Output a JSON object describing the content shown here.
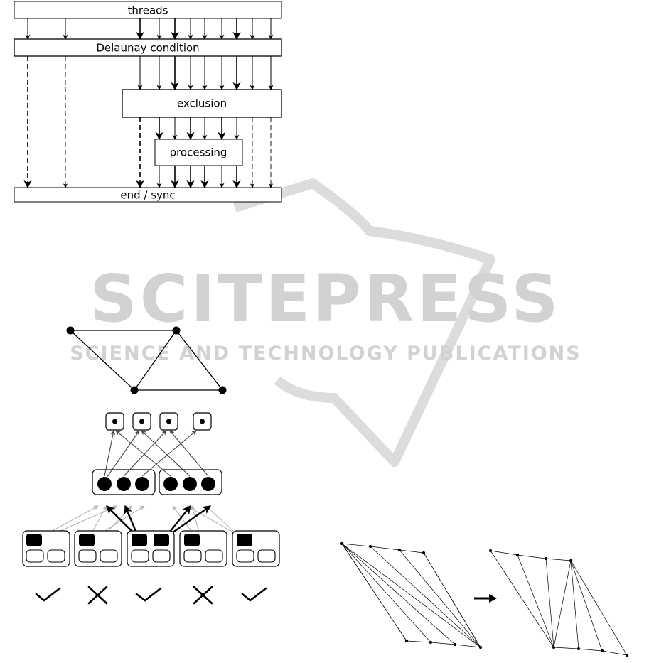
{
  "flow": {
    "threads": "threads",
    "delaunay": "Delaunay condition",
    "exclusion": "exclusion",
    "processing": "processing",
    "end": "end / sync"
  },
  "watermark": {
    "title": "SCITEPRESS",
    "subtitle": "SCIENCE AND TECHNOLOGY PUBLICATIONS"
  },
  "checks": [
    "check",
    "cross",
    "check",
    "cross",
    "check"
  ]
}
